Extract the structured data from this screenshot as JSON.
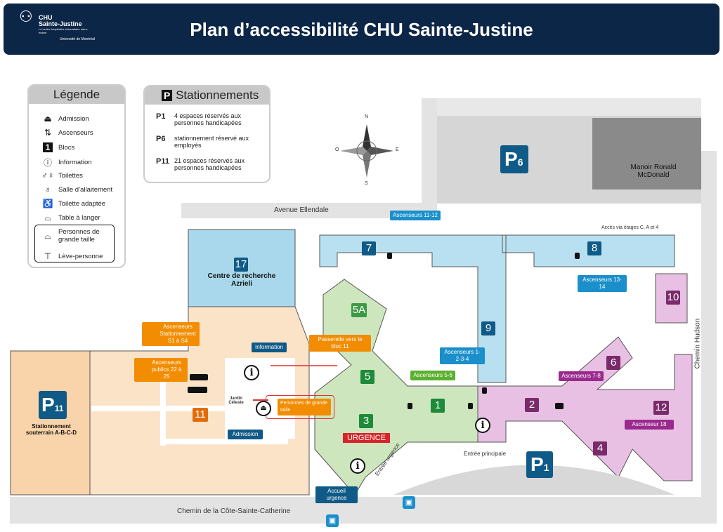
{
  "header": {
    "title": "Plan d’accessibilité CHU Sainte-Justine",
    "logo": {
      "name": "CHU",
      "name2": "Sainte-Justine",
      "tagline": "Le centre hospitalier universitaire mère-enfant",
      "university": "Université de Montréal"
    }
  },
  "legend": {
    "title": "Légende",
    "items": [
      {
        "icon": "admission-icon",
        "glyph": "⏏",
        "label": "Admission"
      },
      {
        "icon": "elevator-icon",
        "glyph": "⇅",
        "label": "Ascenseurs"
      },
      {
        "icon": "block-icon",
        "glyph": "1",
        "label": "Blocs"
      },
      {
        "icon": "information-icon",
        "glyph": "ⓘ",
        "label": "Information"
      },
      {
        "icon": "toilets-icon",
        "glyph": "🚻",
        "label": "Toilettes"
      },
      {
        "icon": "nursing-room-icon",
        "glyph": "♁",
        "label": "Salle d’allaitement"
      },
      {
        "icon": "accessible-toilet-icon",
        "glyph": "♿",
        "label": "Toilette adaptée"
      },
      {
        "icon": "changing-table-icon",
        "glyph": "⌓",
        "label": "Table à langer"
      },
      {
        "icon": "large-persons-icon",
        "glyph": "⌓",
        "label": "Personnes de grande taille"
      },
      {
        "icon": "patient-lift-icon",
        "glyph": "⊤",
        "label": "Lève-personne"
      }
    ]
  },
  "parking": {
    "title": "Stationnements",
    "icon": "P",
    "items": [
      {
        "code": "P1",
        "text": "4 espaces réservés aux personnes handicapées"
      },
      {
        "code": "P6",
        "text": "stationnement réservé aux employés"
      },
      {
        "code": "P11",
        "text": "21 espaces réservés aux personnes handicapées"
      }
    ]
  },
  "compass": {
    "n": "N",
    "s": "S",
    "e": "E",
    "o": "O"
  },
  "streets": {
    "ellendale": "Avenue Ellendale",
    "hudson": "Chemin Hudson",
    "cote": "Chemin de la Côte-Sainte-Catherine"
  },
  "map": {
    "p6": "P",
    "p6n": "6",
    "p1": "P",
    "p1n": "1",
    "p11": "P",
    "p11n": "11",
    "p11_label": "Stationnement souterrain A-B-C-D",
    "manoir": "Manoir Ronald McDonald",
    "building17": "Centre de recherche Azrieli",
    "acces": "Accès via étages C, A et 4",
    "jardin": "Jardin Céleste",
    "urgence": "URGENCE",
    "entree_urgence": "Entrée urgence",
    "entree_principale": "Entrée principale",
    "blocks": [
      "17",
      "7",
      "8",
      "9",
      "10",
      "5A",
      "5",
      "3",
      "1",
      "2",
      "6",
      "4",
      "12",
      "11"
    ],
    "callouts": {
      "asc_11_12": "Ascenseurs 11-12",
      "asc_13_14": "Ascenseurs 13-14",
      "asc_1234": "Ascenseurs 1-2-3-4",
      "asc_5_6": "Ascenseurs 5-6",
      "asc_7_8": "Ascenseurs 7-8",
      "asc_18": "Ascenseur 18",
      "asc_stat": "Ascenseurs Stationnement S1 à S4",
      "asc_22_25": "Ascenseurs publics 22 à 25",
      "information": "Information",
      "admission": "Admission",
      "passerelle": "Passerelle vers le bloc 11",
      "grande_taille": "Personnes de grande taille",
      "accueil_urgence": "Accueil urgence"
    }
  },
  "colors": {
    "navy": "#0c2647",
    "orange": "#f28c00",
    "blue": "#1a8fcb",
    "green": "#5cb030",
    "purple": "#9b2a8e"
  }
}
